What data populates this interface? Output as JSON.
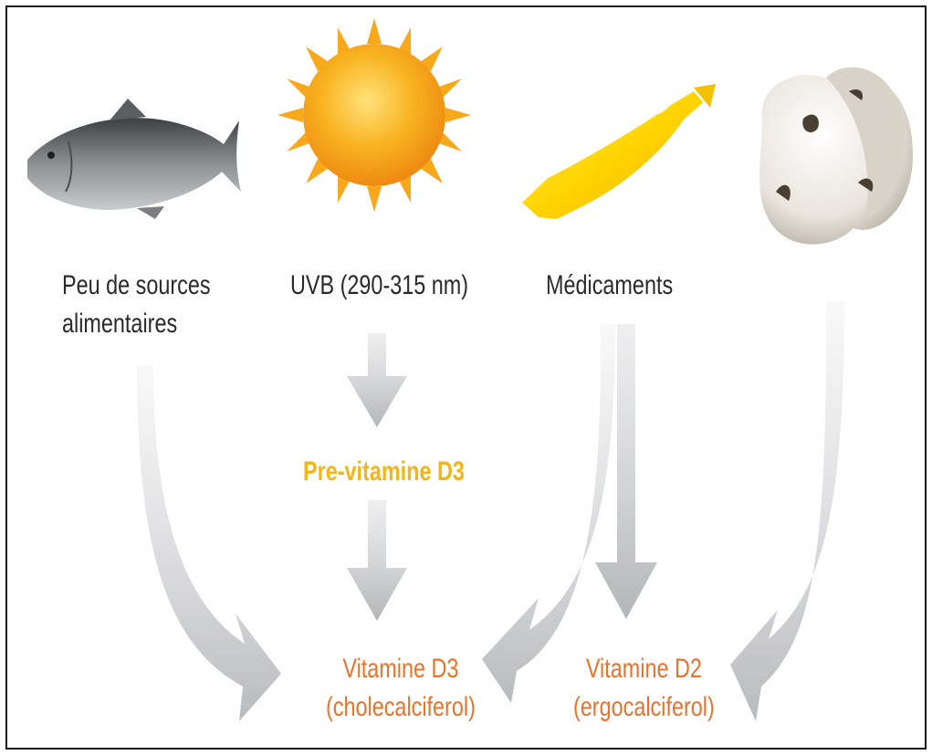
{
  "sources": {
    "fish_label_line1": "Peu de sources",
    "fish_label_line2": "alimentaires",
    "uvb_label": "UVB (290-315 nm)",
    "medication_label": "Médicaments"
  },
  "intermediate": {
    "pre_vitamin_label": "Pre-vitamine D3"
  },
  "products": {
    "d3_label_line1": "Vitamine D3",
    "d3_label_line2": "(cholecalciferol)",
    "d2_label_line1": "Vitamine D2",
    "d2_label_line2": "(ergocalciferol)"
  },
  "colors": {
    "pre_vitamin": "#f2b619",
    "vitamin_names": "#e8732a",
    "arrows": "#c6c7c9"
  },
  "icons": [
    "fish-icon",
    "sun-icon",
    "ampoule-icon",
    "mushroom-icon"
  ]
}
